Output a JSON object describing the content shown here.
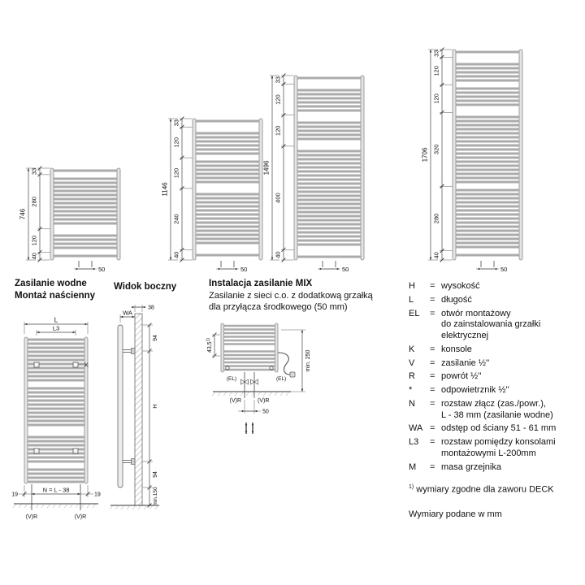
{
  "radiators": [
    {
      "total": "746",
      "chain": [
        "33",
        "280",
        "120",
        "40"
      ],
      "bottom_label": "50"
    },
    {
      "total": "1146",
      "chain": [
        "33",
        "120",
        "120",
        "240",
        "40"
      ],
      "bottom_label": "50"
    },
    {
      "total": "1496",
      "chain": [
        "33",
        "120",
        "120",
        "400",
        "40"
      ],
      "bottom_label": "50"
    },
    {
      "total": "1706",
      "chain": [
        "33",
        "120",
        "120",
        "320",
        "280",
        "40"
      ],
      "bottom_label": "50"
    }
  ],
  "sections": {
    "wall_mount": {
      "title1": "Zasilanie wodne",
      "title2": "Montaż naścienny",
      "dim_L": "L",
      "dim_L3": "L3",
      "dim_K": "K",
      "dim_N": "N = L - 38",
      "dim_19_left": "19",
      "dim_19_right": "19",
      "conn_left": "(V)R",
      "conn_right": "(V)R"
    },
    "side_view": {
      "title": "Widok boczny",
      "dim_WA": "WA",
      "dim_38": "38",
      "dim_94_top": "94",
      "dim_H": "H",
      "dim_94_bottom": "94",
      "dim_min150": "min.150"
    },
    "mix": {
      "title": "Instalacja zasilanie MIX",
      "desc_line1": "Zasilanie z sieci c.o. z dodatkową grzałką",
      "desc_line2": "dla przyłącza środkowego (50 mm)",
      "dim_435": "43,5",
      "dim_435_sup": "1)",
      "el_left": "(EL)",
      "el_right": "(EL)",
      "dim_min250": "min. 250",
      "conn_left": "(V)R",
      "conn_right": "(V)R",
      "dim_50": "50"
    }
  },
  "legend": {
    "eq": "=",
    "items": [
      {
        "symbol": "H",
        "lines": [
          "wysokość"
        ]
      },
      {
        "symbol": "L",
        "lines": [
          "długość"
        ]
      },
      {
        "symbol": "EL",
        "lines": [
          "otwór montażowy",
          "do zainstalowania grzałki",
          "elektrycznej"
        ]
      },
      {
        "symbol": "K",
        "lines": [
          "konsole"
        ]
      },
      {
        "symbol": "V",
        "lines": [
          "zasilanie ½''"
        ]
      },
      {
        "symbol": "R",
        "lines": [
          "powrót ½''"
        ]
      },
      {
        "symbol": "*",
        "lines": [
          "odpowietrznik ½''"
        ]
      },
      {
        "symbol": "N",
        "lines": [
          "rozstaw złącz (zas./powr.),",
          "L - 38 mm (zasilanie wodne)"
        ]
      },
      {
        "symbol": "WA",
        "lines": [
          "odstęp od ściany 51 - 61 mm"
        ]
      },
      {
        "symbol": "L3",
        "lines": [
          "rozstaw pomiędzy konsolami",
          "montażowymi L-200mm"
        ]
      },
      {
        "symbol": "M",
        "lines": [
          "masa grzejnika"
        ]
      }
    ],
    "footnote_sup": "1)",
    "footnote_text": " wymiary zgodne dla zaworu DECK",
    "units_note": "Wymiary podane w mm"
  }
}
